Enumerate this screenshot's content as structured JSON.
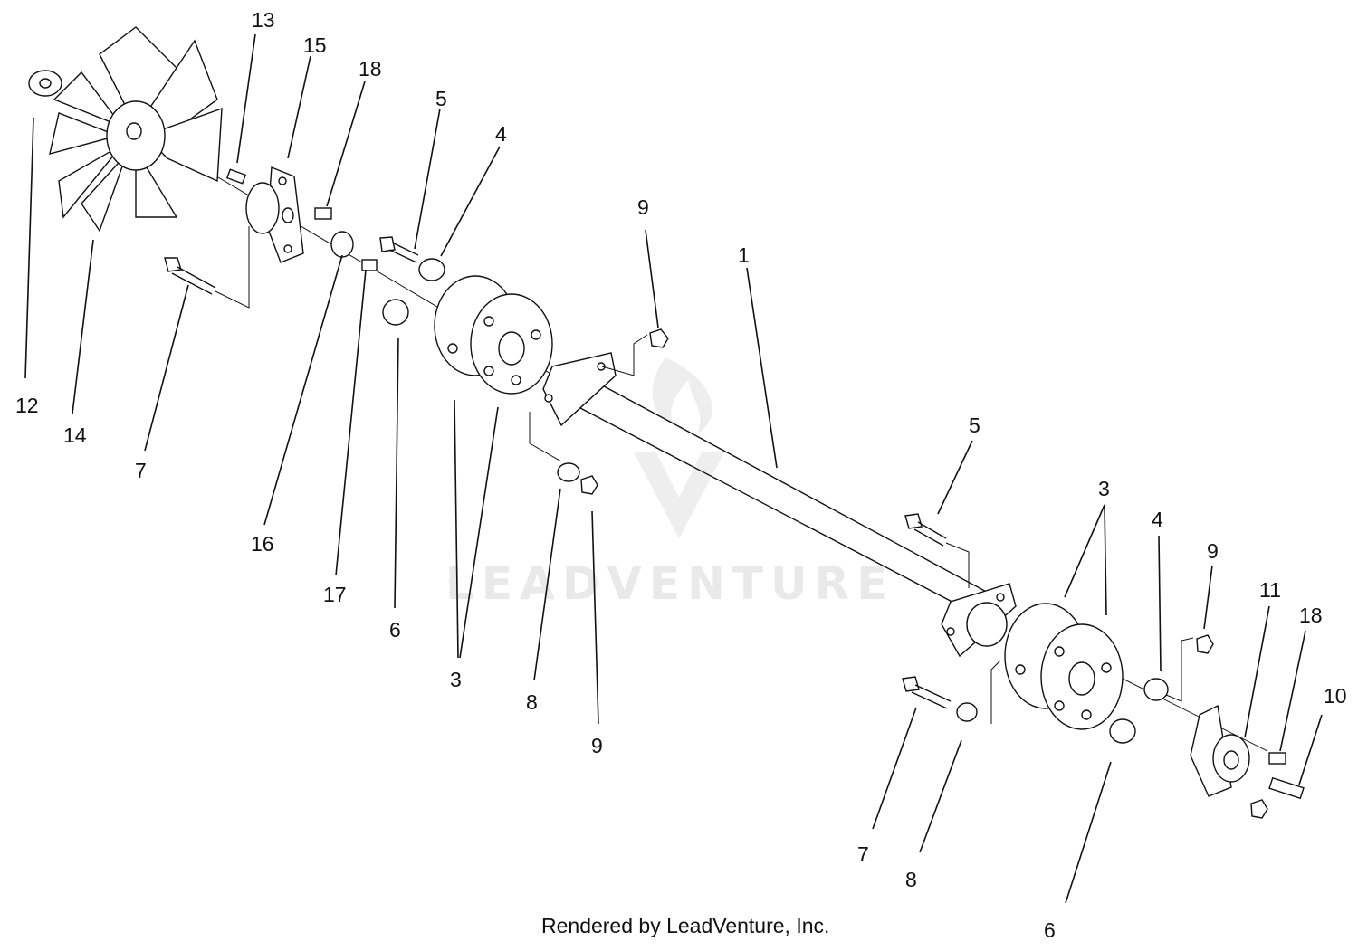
{
  "watermark": "LEADVENTURE",
  "footer": "Rendered by LeadVenture, Inc.",
  "callouts": [
    {
      "label": "13"
    },
    {
      "label": "15"
    },
    {
      "label": "18"
    },
    {
      "label": "5"
    },
    {
      "label": "4"
    },
    {
      "label": "9"
    },
    {
      "label": "1"
    },
    {
      "label": "12"
    },
    {
      "label": "14"
    },
    {
      "label": "7"
    },
    {
      "label": "16"
    },
    {
      "label": "17"
    },
    {
      "label": "6"
    },
    {
      "label": "3"
    },
    {
      "label": "8"
    },
    {
      "label": "9"
    },
    {
      "label": "5"
    },
    {
      "label": "3"
    },
    {
      "label": "4"
    },
    {
      "label": "9"
    },
    {
      "label": "11"
    },
    {
      "label": "18"
    },
    {
      "label": "10"
    },
    {
      "label": "7"
    },
    {
      "label": "8"
    },
    {
      "label": "6"
    }
  ]
}
